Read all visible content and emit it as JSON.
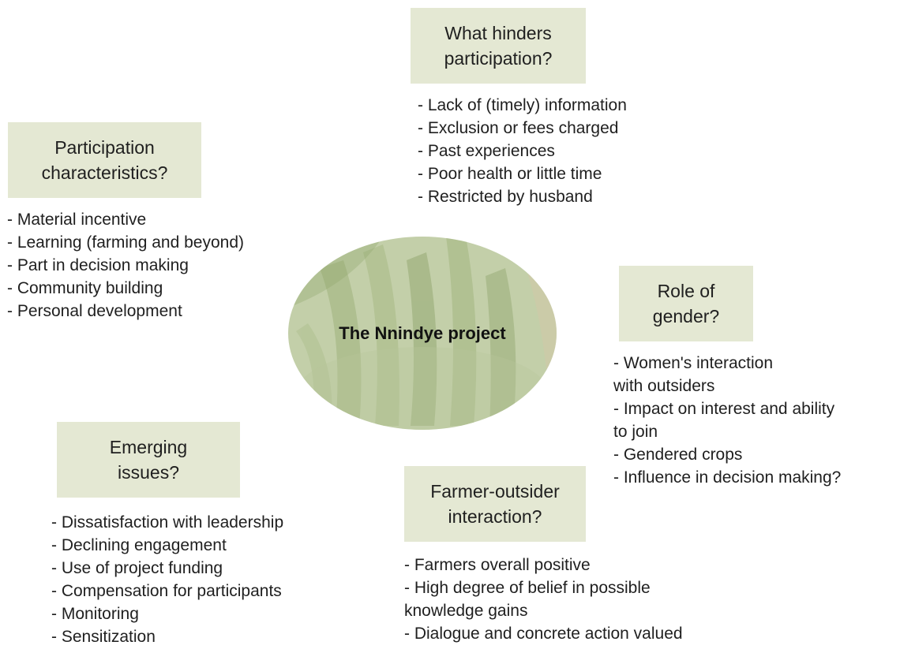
{
  "center": {
    "label": "The Nnindye project"
  },
  "hinders": {
    "title_lines": [
      "What hinders",
      "participation?"
    ],
    "items": [
      "- Lack of (timely) information",
      "- Exclusion or fees charged",
      "- Past experiences",
      "- Poor health or little time",
      "- Restricted by husband"
    ]
  },
  "characteristics": {
    "title_lines": [
      "Participation",
      "characteristics?"
    ],
    "items": [
      "- Material incentive",
      "- Learning (farming and beyond)",
      "- Part in decision making",
      "- Community building",
      "- Personal development"
    ]
  },
  "gender": {
    "title_lines": [
      "Role of",
      "gender?"
    ],
    "items": [
      "- Women's interaction",
      "with outsiders",
      "- Impact on interest and ability",
      "to join",
      "- Gendered crops",
      "- Influence in decision making?"
    ]
  },
  "emerging": {
    "title_lines": [
      "Emerging",
      "issues?"
    ],
    "items": [
      "- Dissatisfaction with leadership",
      "- Declining engagement",
      "- Use of project funding",
      "- Compensation for participants",
      "- Monitoring",
      "- Sensitization"
    ]
  },
  "interaction": {
    "title_lines": [
      "Farmer-outsider",
      "interaction?"
    ],
    "items": [
      "- Farmers overall positive",
      "- High degree of belief in possible",
      "knowledge gains",
      "- Dialogue and concrete action valued"
    ]
  },
  "colors": {
    "box_fill": "#e4e8d3",
    "ellipse_tint": "#c9d4b0"
  }
}
